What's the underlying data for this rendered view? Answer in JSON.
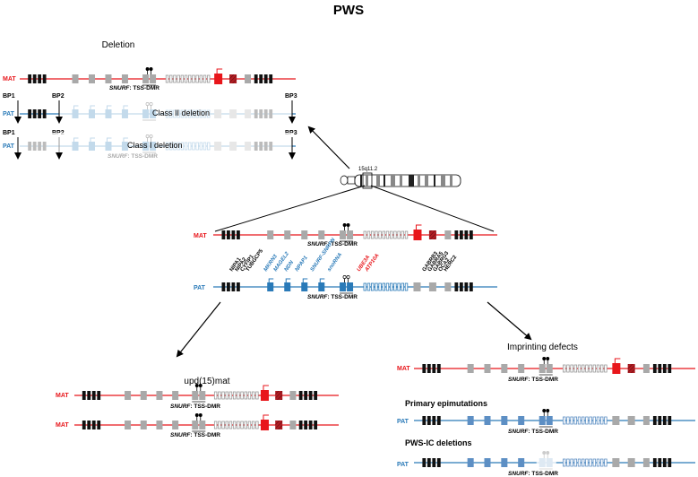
{
  "title": "PWS",
  "chromosome_band": "15q11.2",
  "colors": {
    "maternal": "#e8161b",
    "paternal": "#2a7ab8",
    "dark_box": "#111111",
    "grey_box": "#a9a9a9",
    "hatched_red": "#b01c22"
  },
  "panels": {
    "deletion": {
      "heading": "Deletion",
      "mat_label": "MAT",
      "pat_label": "PAT",
      "bp1": "BP1",
      "bp2": "BP2",
      "bp3": "BP3",
      "class2": "Class II deletion",
      "class1": "Class I deletion",
      "dmr_italic": "SNURF",
      "dmr_rest": ": TSS-DMR"
    },
    "center": {
      "mat_label": "MAT",
      "pat_label": "PAT",
      "dmr_italic": "SNURF",
      "dmr_rest": ": TSS-DMR",
      "genes": [
        {
          "name": "NIPA1",
          "color": "black"
        },
        {
          "name": "NIPA2",
          "color": "black"
        },
        {
          "name": "CYFIP1",
          "color": "black"
        },
        {
          "name": "TUBGCP5",
          "color": "black"
        },
        {
          "name": "MKRN3",
          "color": "blue"
        },
        {
          "name": "MAGEL2",
          "color": "blue"
        },
        {
          "name": "NDN",
          "color": "blue"
        },
        {
          "name": "NPAP1",
          "color": "blue"
        },
        {
          "name": "SNURF-SNRPN",
          "color": "blue"
        },
        {
          "name": "snoRNA",
          "color": "blue"
        },
        {
          "name": "UBE3A",
          "color": "red"
        },
        {
          "name": "ATP10A",
          "color": "red"
        },
        {
          "name": "GABRB3",
          "color": "black"
        },
        {
          "name": "GABRA5",
          "color": "black"
        },
        {
          "name": "GABRG3",
          "color": "black"
        },
        {
          "name": "OCA2",
          "color": "black"
        },
        {
          "name": "HERC2",
          "color": "black"
        }
      ]
    },
    "upd": {
      "heading": "upd(15)mat",
      "mat_label": "MAT",
      "dmr_italic": "SNURF",
      "dmr_rest": ": TSS-DMR"
    },
    "imprinting": {
      "heading": "Imprinting defects",
      "primary": "Primary epimutations",
      "pwsic": "PWS-IC deletions",
      "mat_label": "MAT",
      "pat_label": "PAT",
      "dmr_italic": "SNURF",
      "dmr_rest": ": TSS-DMR"
    }
  }
}
